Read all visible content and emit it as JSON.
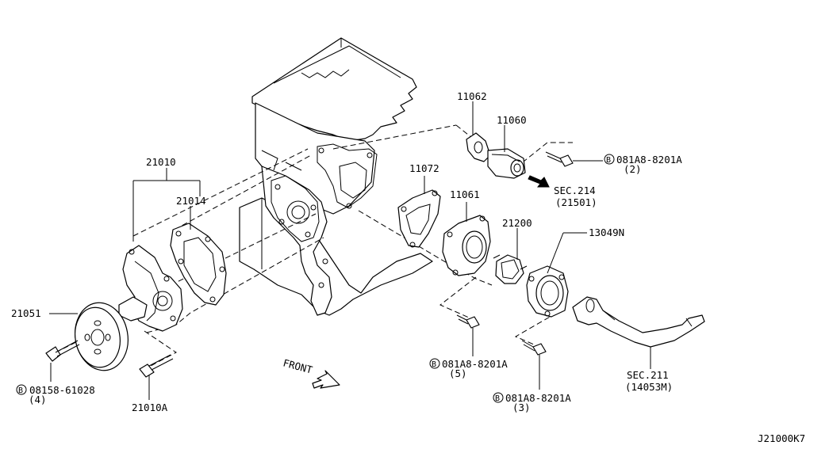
{
  "diagram_id": "J21000K7",
  "parts": {
    "p21010": "21010",
    "p21014": "21014",
    "p21051": "21051",
    "p21010A": "21010A",
    "p11062": "11062",
    "p11060": "11060",
    "p11072": "11072",
    "p11061": "11061",
    "p21200": "21200",
    "p13049N": "13049N"
  },
  "bolts": {
    "b1": {
      "symbol": "B",
      "part": "08158-61028",
      "qty": "(4)"
    },
    "b2": {
      "symbol": "B",
      "part": "081A8-8201A",
      "qty": "(2)"
    },
    "b3": {
      "symbol": "B",
      "part": "081A8-8201A",
      "qty": "(5)"
    },
    "b4": {
      "symbol": "B",
      "part": "081A8-8201A",
      "qty": "(3)"
    }
  },
  "sections": {
    "sec214": {
      "title": "SEC.214",
      "ref": "(21501)"
    },
    "sec211": {
      "title": "SEC.211",
      "ref": "(14053M)"
    }
  },
  "front_label": "FRONT"
}
